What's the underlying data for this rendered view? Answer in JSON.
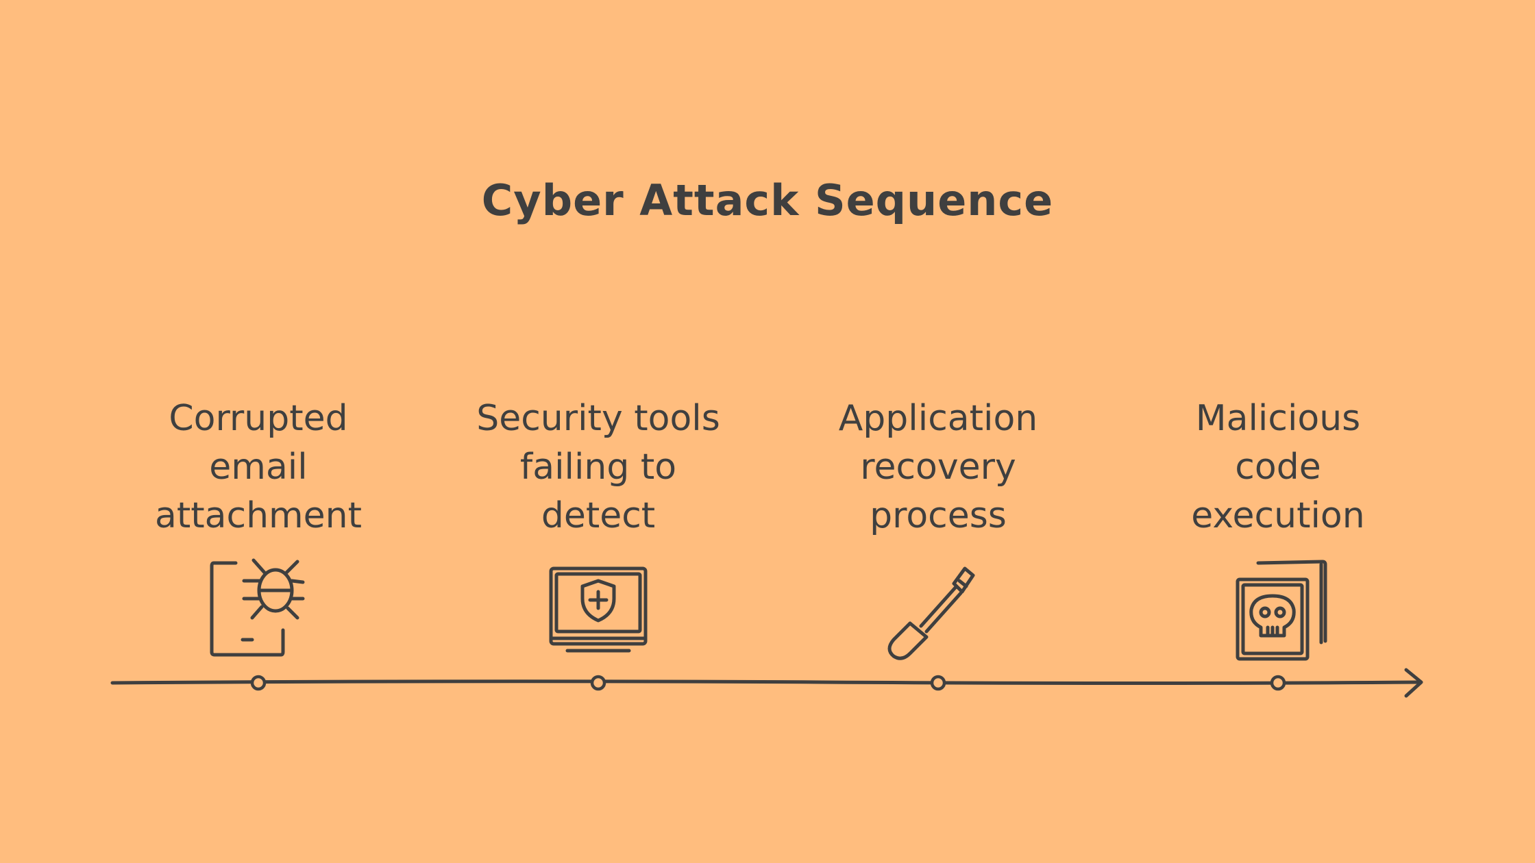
{
  "title": "Cyber Attack Sequence",
  "steps": [
    {
      "label": "Corrupted\nemail\nattachment",
      "icon": "infected-file-bug-icon"
    },
    {
      "label": "Security tools\nfailing to\ndetect",
      "icon": "monitor-shield-icon"
    },
    {
      "label": "Application\nrecovery\nprocess",
      "icon": "screwdriver-icon"
    },
    {
      "label": "Malicious\ncode\nexecution",
      "icon": "skull-document-icon"
    }
  ],
  "colors": {
    "background": "#FFBD7E",
    "ink": "#3f3f3f"
  }
}
